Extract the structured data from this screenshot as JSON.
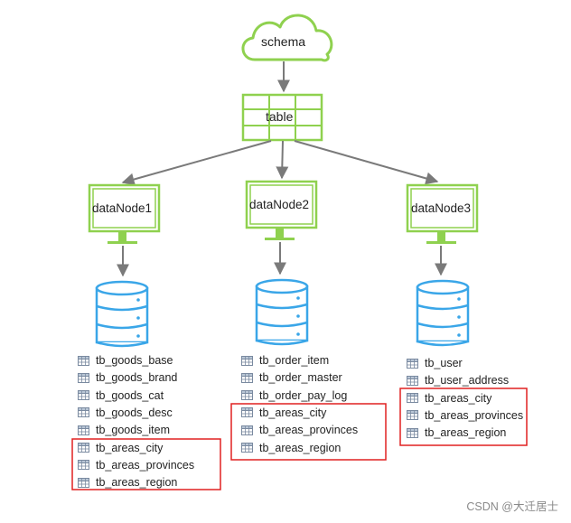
{
  "schema": {
    "label": "schema"
  },
  "table": {
    "label": "table"
  },
  "nodes": [
    {
      "label": "dataNode1"
    },
    {
      "label": "dataNode2"
    },
    {
      "label": "dataNode3"
    }
  ],
  "tables": [
    [
      "tb_goods_base",
      "tb_goods_brand",
      "tb_goods_cat",
      "tb_goods_desc",
      "tb_goods_item",
      "tb_areas_city",
      "tb_areas_provinces",
      "tb_areas_region"
    ],
    [
      "tb_order_item",
      "tb_order_master",
      "tb_order_pay_log",
      "tb_areas_city",
      "tb_areas_provinces",
      "tb_areas_region"
    ],
    [
      "tb_user",
      "tb_user_address",
      "tb_areas_city",
      "tb_areas_provinces",
      "tb_areas_region"
    ]
  ],
  "colors": {
    "green": "#8fd14f",
    "blue": "#3aa6e8",
    "arrow": "#7a7a7a",
    "highlight": "#e02020"
  },
  "icons": {
    "schema": "cloud-icon",
    "table": "grid-icon",
    "node": "monitor-icon",
    "database": "database-icon",
    "table_row": "table-icon"
  },
  "watermark": "CSDN @大迁居士"
}
